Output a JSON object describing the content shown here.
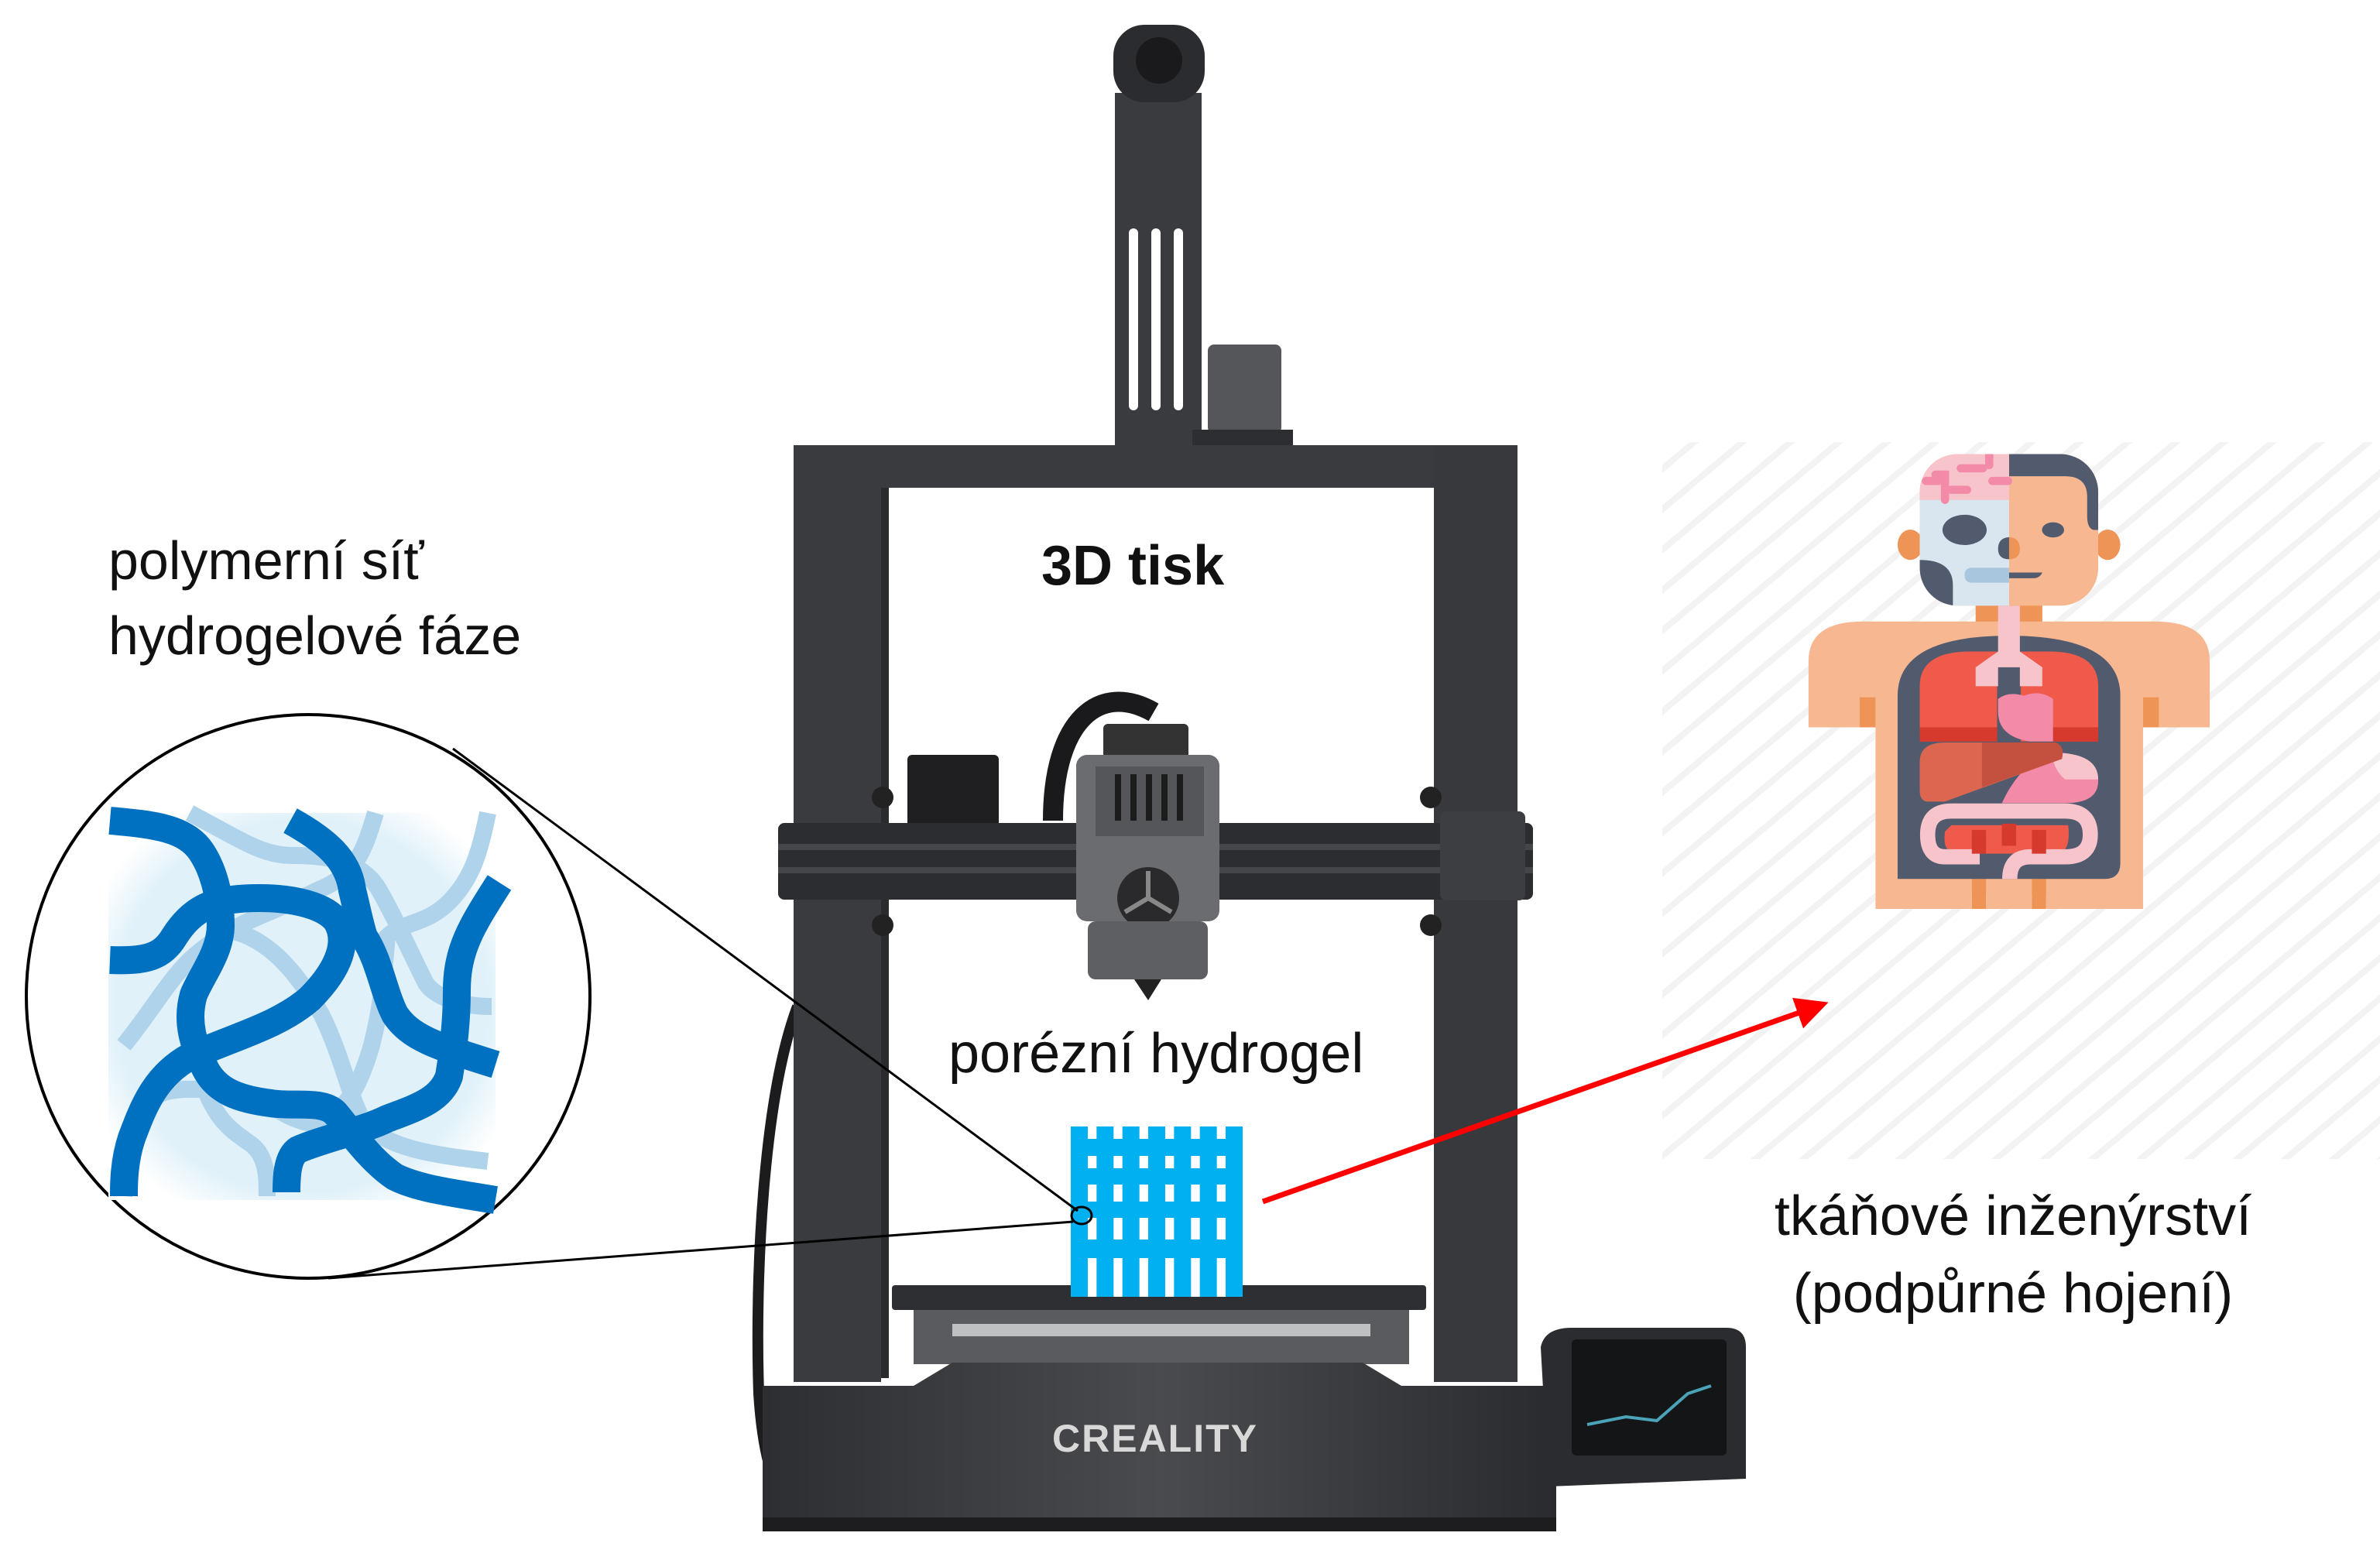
{
  "labels": {
    "network_line1": "polymerní síť",
    "network_line2": "hydrogelové fáze",
    "printing": "3D tisk",
    "porous_hydrogel": "porézní hydrogel",
    "tissue_line1": "tkáňové inženýrství",
    "tissue_line2": "(podpůrné hojení)"
  },
  "printer": {
    "brand_logo": "CREALITY"
  },
  "colors": {
    "network_dark": "#0070c0",
    "network_light": "#afd3ea",
    "network_bg": "#e0f1f9",
    "hydrogel": "#00b0f0",
    "arrow": "#ff0000",
    "printer_frame": "#3a3b3f",
    "skin": "#f7b891",
    "skin_dark": "#ef9457",
    "cavity": "#525a6e",
    "lung": "#ef5a4a",
    "pink": "#f28aa8",
    "pale_pink": "#f7c4cb"
  }
}
